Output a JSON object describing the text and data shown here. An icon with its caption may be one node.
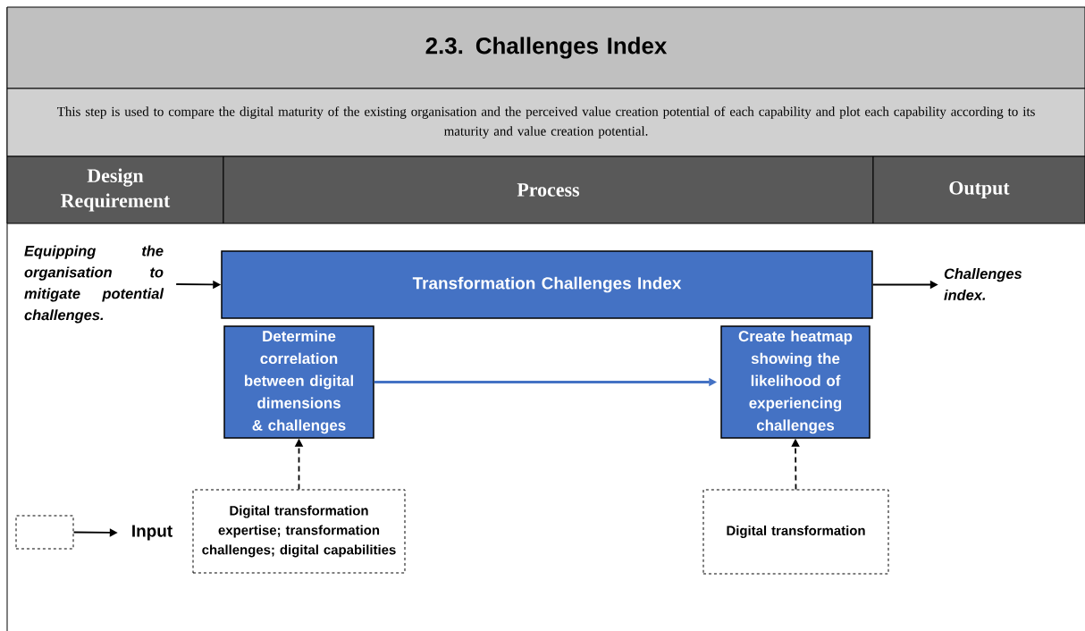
{
  "diagram": {
    "nodes": [
      {
        "text": [
          "2.3. Challenges Index"
        ]
      },
      {
        "text": [
          "This step is used to compare the digital maturity of the existing organisation and the perceived value creation potential of each capability and plot each capability according to its maturity and value creation potential."
        ]
      },
      {
        "text": [
          "Design Requirement"
        ]
      },
      {
        "text": [
          "Process"
        ]
      },
      {
        "text": [
          "Output"
        ]
      },
      {
        "text": [
          "Equipping the organisation to mitigate potential challenges."
        ]
      },
      {
        "text": [
          "Transformation Challenges Index"
        ]
      },
      {
        "text": [
          "Challenges index."
        ]
      },
      {
        "text": [
          "Determine correlation between digital dimensions & challenges"
        ]
      },
      {
        "text": [
          "Create heatmap showing the likelihood of experiencing challenges"
        ]
      },
      {
        "text": [
          "Digital transformation expertise; transformation challenges; digital capabilities"
        ]
      },
      {
        "text": [
          "Digital transformation"
        ]
      },
      {
        "text": [],
        "shape": "box"
      },
      {
        "text": [
          "Input"
        ]
      }
    ],
    "edges": [
      {
        "from": 5,
        "to": 6,
        "arrow": "to"
      },
      {
        "from": 6,
        "to": 7,
        "arrow": "to"
      },
      {
        "from": 8,
        "to": 9,
        "arrow": "to",
        "color": "#4472c4"
      },
      {
        "from": 10,
        "to": 8,
        "arrow": "to",
        "style": "dashed"
      },
      {
        "from": 11,
        "to": 9,
        "arrow": "to",
        "style": "dashed"
      },
      {
        "from": 12,
        "to": 13,
        "arrow": "to"
      }
    ]
  }
}
